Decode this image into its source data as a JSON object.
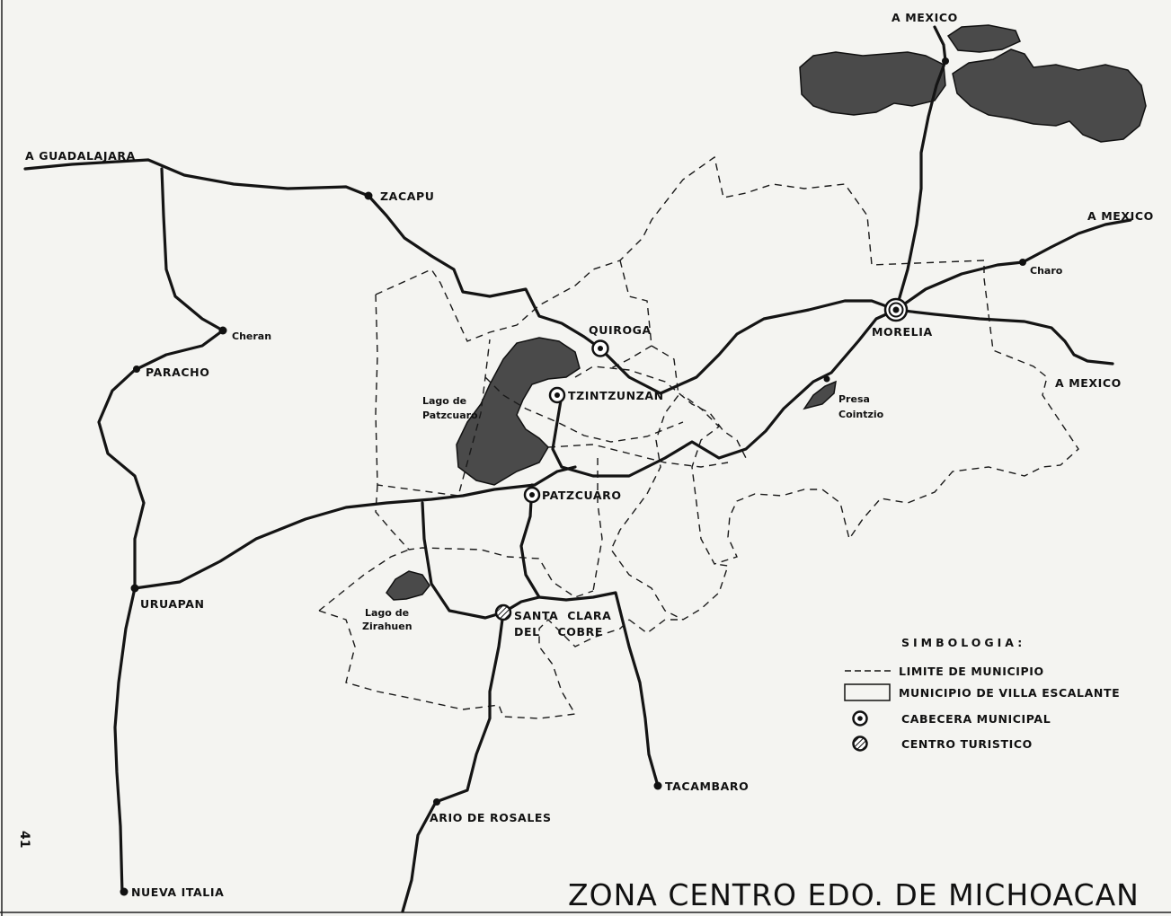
{
  "title": "ZONA CENTRO EDO. DE MICHOACAN",
  "page_number": "41",
  "places": {
    "a_mexico_north": "A MEXICO",
    "a_mexico_east": "A MEXICO",
    "a_mexico_se": "A MEXICO",
    "a_guadalajara": "A GUADALAJARA",
    "zacapu": "ZACAPU",
    "cheran": "Cheran",
    "paracho": "PARACHO",
    "uruapan": "URUAPAN",
    "nueva_italia": "NUEVA ITALIA",
    "ario_de_rosales": "ARIO DE ROSALES",
    "tacambaro": "TACAMBARO",
    "santa_clara_1": "SANTA  CLARA",
    "santa_clara_2": "DEL    COBRE",
    "patzcuaro": "PATZCUARO",
    "tzintzunzan": "TZINTZUNZAN",
    "quiroga": "QUIROGA",
    "morelia": "MORELIA",
    "charo": "Charo",
    "lago_patzcuaro_1": "Lago de",
    "lago_patzcuaro_2": "Patzcuaro",
    "lago_zirahuen_1": "Lago de",
    "lago_zirahuen_2": "Zirahuen",
    "presa_1": "Presa",
    "presa_2": "Cointzio"
  },
  "legend": {
    "title": "SIMBOLOGIA:",
    "items": [
      {
        "label": "LIMITE DE MUNICIPIO",
        "symbol": "dashed-line"
      },
      {
        "label": "MUNICIPIO DE VILLA ESCALANTE",
        "symbol": "rectangle"
      },
      {
        "label": "CABECERA MUNICIPAL",
        "symbol": "ringed-dot"
      },
      {
        "label": "CENTRO TURISTICO",
        "symbol": "hatched-dot"
      }
    ]
  },
  "colors": {
    "ink": "#141414",
    "paper": "#f4f4f1",
    "lake": "#4a4a4a"
  }
}
